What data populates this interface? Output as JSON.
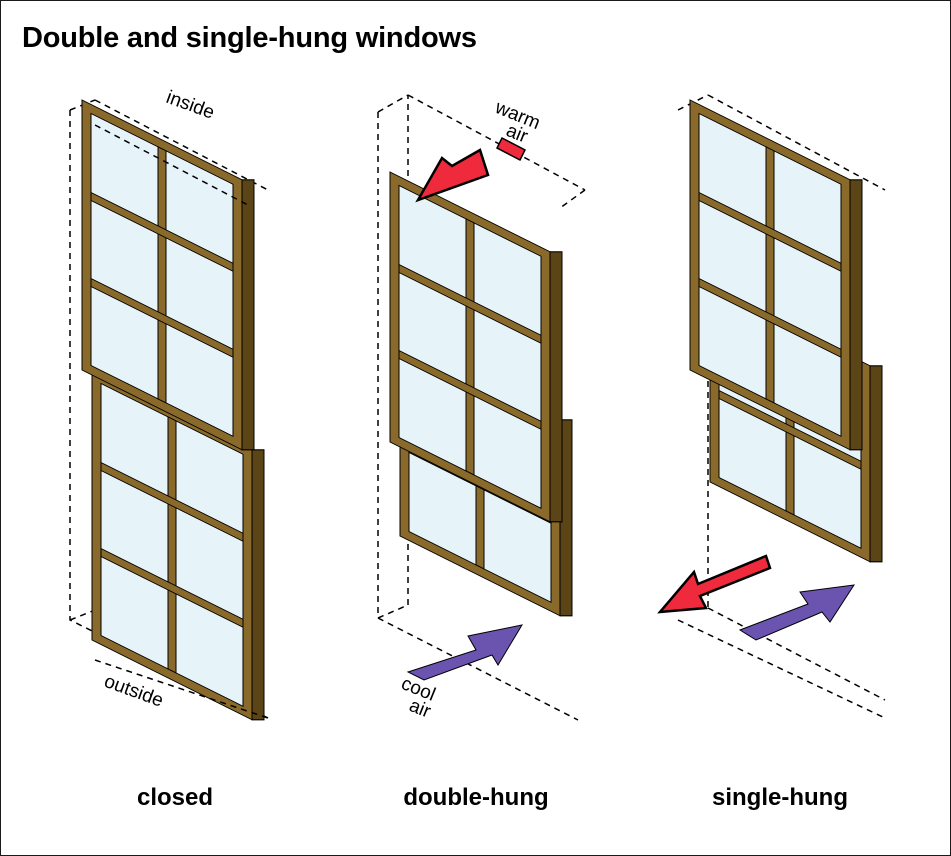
{
  "title": "Double and single-hung windows",
  "captions": {
    "closed": "closed",
    "double_hung": "double-hung",
    "single_hung": "single-hung"
  },
  "labels": {
    "inside": "inside",
    "outside": "outside",
    "warm_air_line1": "warm",
    "warm_air_line2": "air",
    "cool_air_line1": "cool",
    "cool_air_line2": "air"
  },
  "colors": {
    "frame_wood": "#8a6a2b",
    "frame_shadow": "#5b4517",
    "glass": "#e6f3f9",
    "warm_air_arrow": "#ee2a3c",
    "cool_air_arrow": "#6a54b0",
    "outline": "#000000"
  }
}
